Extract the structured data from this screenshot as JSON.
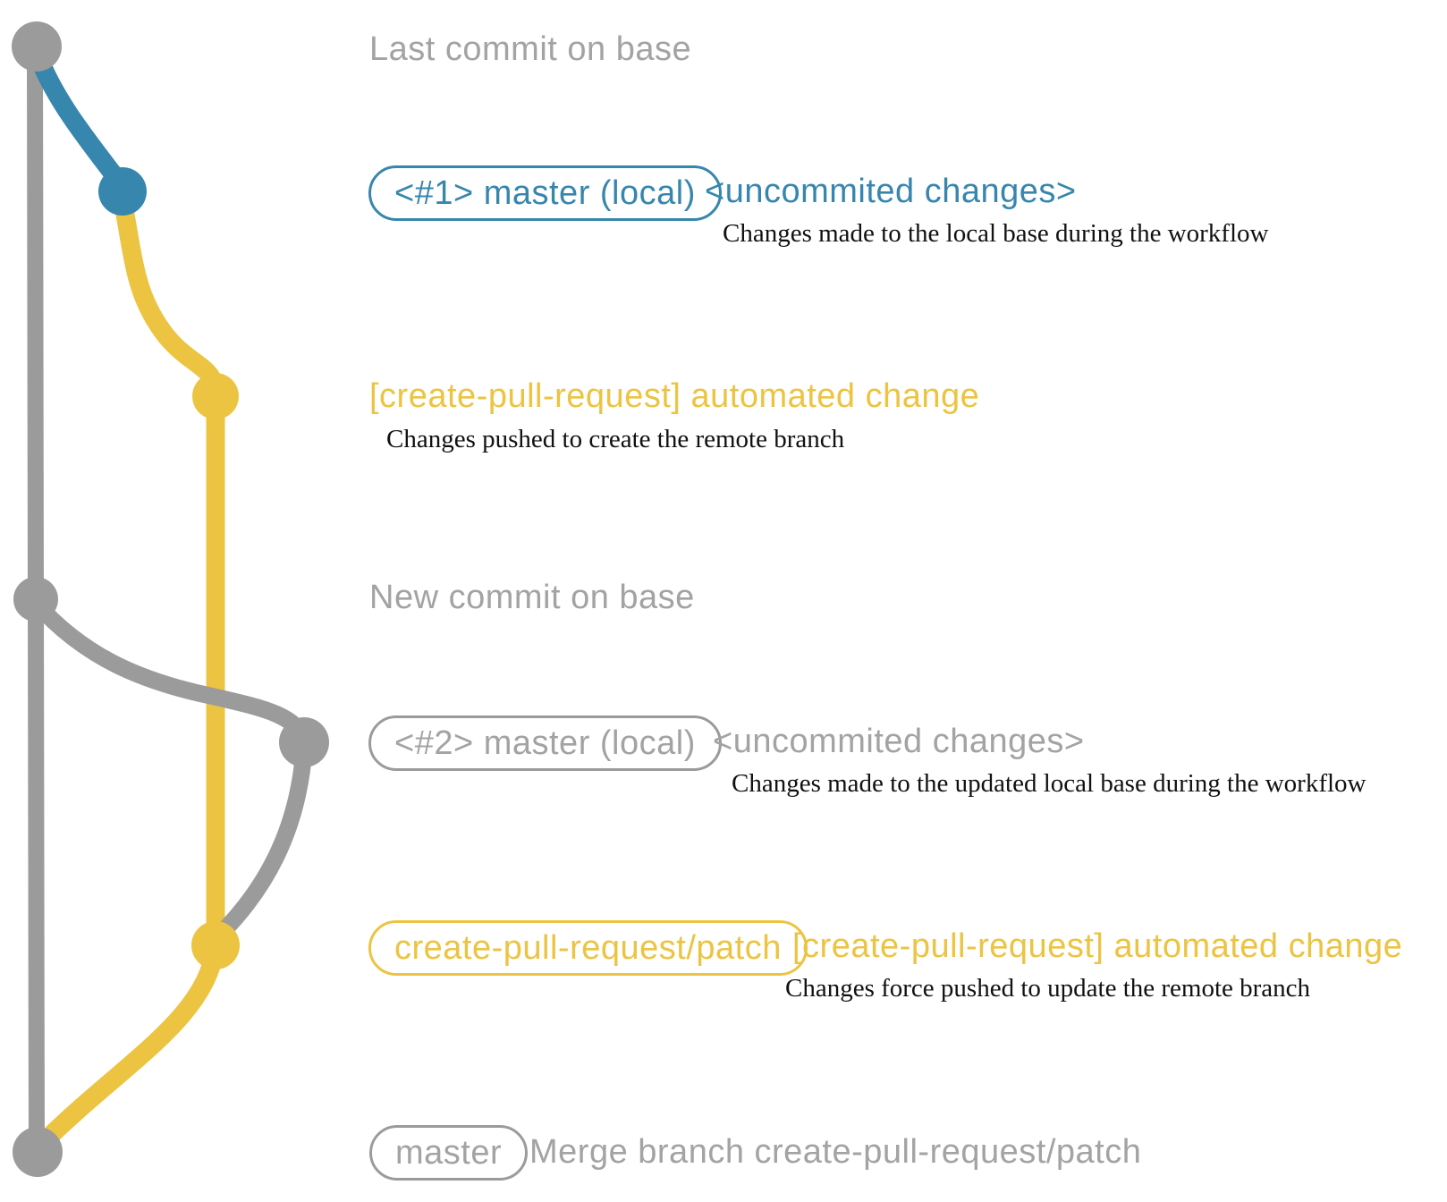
{
  "colors": {
    "graph_gray": "#9b9b9b",
    "text_gray": "#a3a3a3",
    "blue": "#3786ae",
    "yellow": "#ecc442",
    "ink": "#111111",
    "bg": "#ffffff"
  },
  "diagram": {
    "type": "git-commit-graph",
    "nodes": [
      "gray",
      "blue",
      "yellow",
      "gray",
      "gray",
      "yellow",
      "gray"
    ],
    "rows": [
      {
        "message": "Last commit on base"
      },
      {
        "badge": "<#1> master (local)",
        "note": "<uncommited changes>",
        "annotation": "Changes made to the local base during the workflow"
      },
      {
        "note": "[create-pull-request] automated change",
        "annotation": "Changes pushed to create the remote branch"
      },
      {
        "message": "New commit on base"
      },
      {
        "badge": "<#2> master (local)",
        "note": "<uncommited changes>",
        "annotation": "Changes made to the updated local base during the workflow"
      },
      {
        "badge": "create-pull-request/patch",
        "note": "[create-pull-request] automated change",
        "annotation": "Changes force pushed to update the remote branch"
      },
      {
        "badge": "master",
        "message": "Merge branch create-pull-request/patch"
      }
    ]
  }
}
